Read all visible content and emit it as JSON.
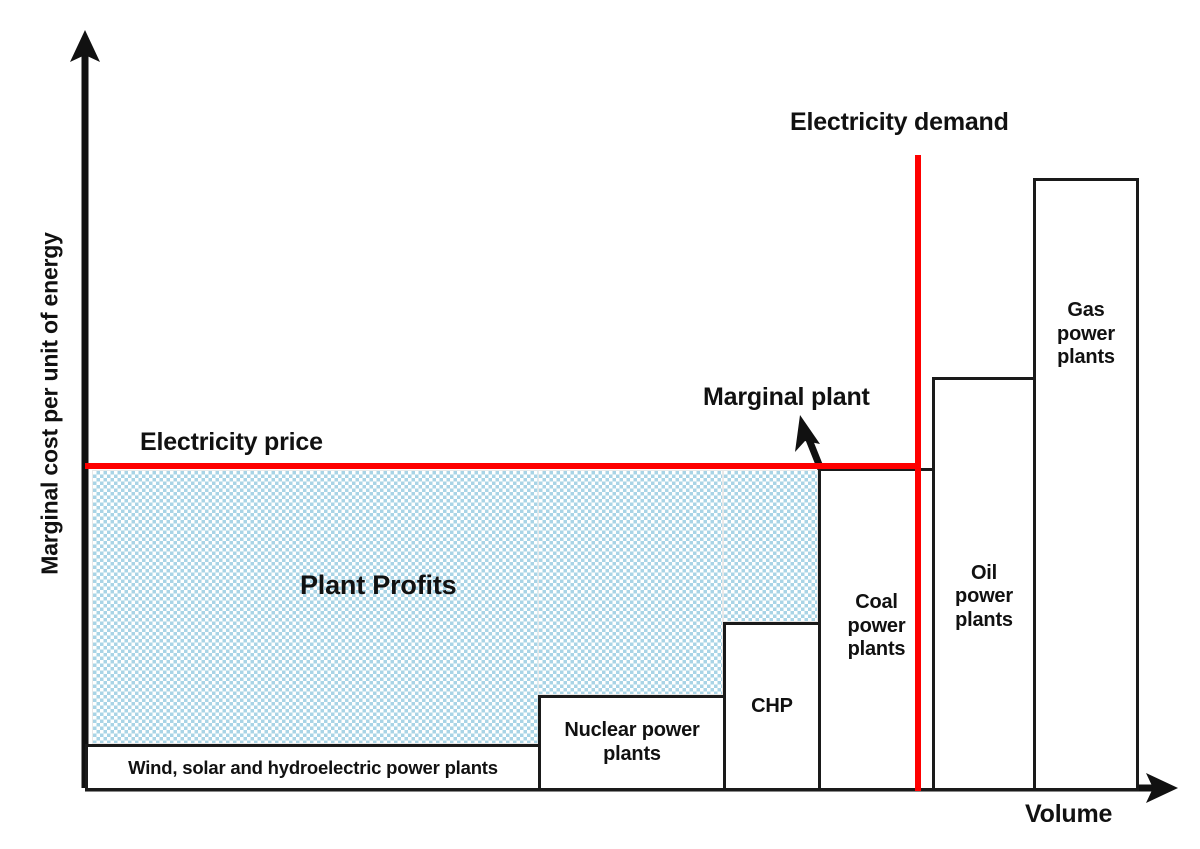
{
  "chart_data": {
    "type": "bar",
    "title": "",
    "xlabel": "Volume",
    "ylabel": "Marginal cost per unit of energy",
    "categories": [
      "Wind, solar and hydroelectric power plants",
      "Nuclear power plants",
      "CHP",
      "Coal power plants",
      "Oil power plants",
      "Gas power plants"
    ],
    "marginal_cost_rank": [
      1,
      2,
      3,
      4,
      5,
      6
    ],
    "bar_heights_relative": [
      0.07,
      0.14,
      0.25,
      0.47,
      0.58,
      0.87
    ],
    "cumulative_volume_relative": [
      0.43,
      0.6,
      0.69,
      0.78,
      0.87,
      1.0
    ],
    "annotations": [
      "Electricity price",
      "Electricity demand",
      "Marginal plant",
      "Plant Profits"
    ],
    "electricity_price_level_relative": 0.47,
    "electricity_demand_volume_relative": 0.82,
    "marginal_plant": "Coal power plants",
    "grid": false,
    "legend": null
  },
  "axes": {
    "y_label": "Marginal cost per unit of energy",
    "x_label": "Volume"
  },
  "bars": [
    {
      "id": "wind",
      "label": "Wind, solar and hydroelectric power plants"
    },
    {
      "id": "nuclear",
      "label": "Nuclear power\nplants"
    },
    {
      "id": "chp",
      "label": "CHP"
    },
    {
      "id": "coal",
      "label": "Coal\npower\nplants"
    },
    {
      "id": "oil",
      "label": "Oil\npower\nplants"
    },
    {
      "id": "gas",
      "label": "Gas\npower\nplants"
    }
  ],
  "annotations": {
    "electricity_price": "Electricity price",
    "electricity_demand": "Electricity demand",
    "marginal_plant": "Marginal plant",
    "plant_profits": "Plant Profits"
  },
  "colors": {
    "price_line": "#fe0000",
    "demand_line": "#fe0000",
    "bar_stroke": "#1a1a1a",
    "profit_fill": "#a9d4e6",
    "axis": "#111111"
  }
}
